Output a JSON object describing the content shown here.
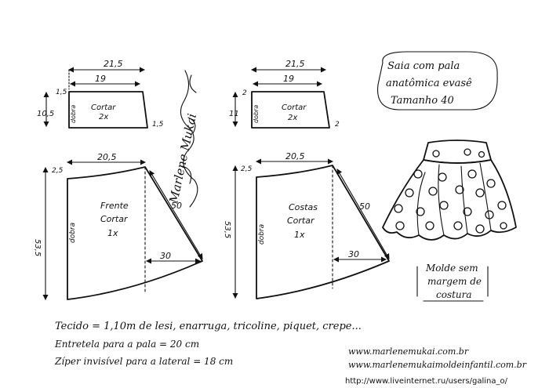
{
  "title_note": {
    "line1": "Saia com pala",
    "line2": "anatômica evasê",
    "line3": "Tamanho 40"
  },
  "yoke_front": {
    "top_width": "21,5",
    "inner_width": "19",
    "left_height": "10,5",
    "left_small": "1,5",
    "right_small": "1,5",
    "fold_label": "dobra",
    "cut_label": "Cortar",
    "cut_qty": "2x"
  },
  "yoke_back": {
    "top_width": "21,5",
    "inner_width": "19",
    "left_height": "11",
    "left_small": "2",
    "right_small": "2",
    "fold_label": "dobra",
    "cut_label": "Cortar",
    "cut_qty": "2x"
  },
  "front_panel": {
    "top_width": "20,5",
    "top_small": "2,5",
    "height": "53,5",
    "diagonal": "50",
    "hem_offset": "30",
    "fold_label": "dobra",
    "name": "Frente",
    "cut_label": "Cortar",
    "cut_qty": "1x"
  },
  "back_panel": {
    "top_width": "20,5",
    "top_small": "2,5",
    "height": "53,5",
    "diagonal": "50",
    "hem_offset": "30",
    "fold_label": "dobra",
    "name": "Costas",
    "cut_label": "Cortar",
    "cut_qty": "1x"
  },
  "signature": "Marlene Mukai",
  "seam_note": {
    "line1": "Molde sem",
    "line2": "margem de",
    "line3": "costura"
  },
  "notes": {
    "fabric": "Tecido = 1,10m de lesi, enarruga, tricoline, piquet, crepe...",
    "interfacing": "Entretela para a pala = 20 cm",
    "zipper": "Zíper invisível para a lateral = 18 cm"
  },
  "websites": {
    "site1": "www.marlenemukai.com.br",
    "site2": "www.marlenemukaimoldeinfantil.com.br"
  },
  "footer_url": "http://www.liveinternet.ru/users/galina_o/"
}
